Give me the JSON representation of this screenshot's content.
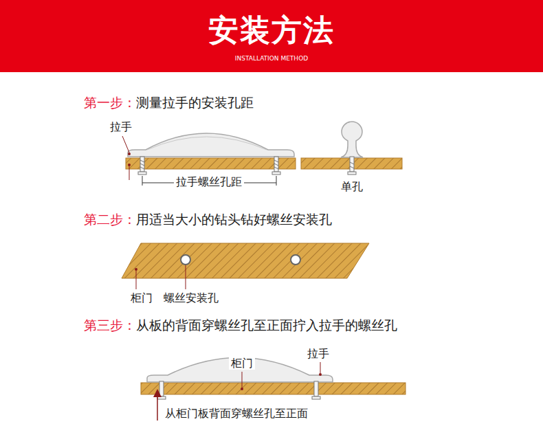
{
  "diagram": {
    "title": "安装方法",
    "labels": [
      "INSTALLATION METHOD",
      "第一步：",
      "测量拉手的安装孔距",
      "拉手",
      "拉手螺丝孔距",
      "单孔",
      "第二步：",
      "用适当大小的钻头钻好螺丝安装孔",
      "柜门",
      "螺丝安装孔",
      "第三步：",
      "从板的背面穿螺丝孔至正面拧入拉手的螺丝孔",
      "柜门",
      "拉手",
      "从柜门板背面穿螺丝孔至正面"
    ]
  }
}
